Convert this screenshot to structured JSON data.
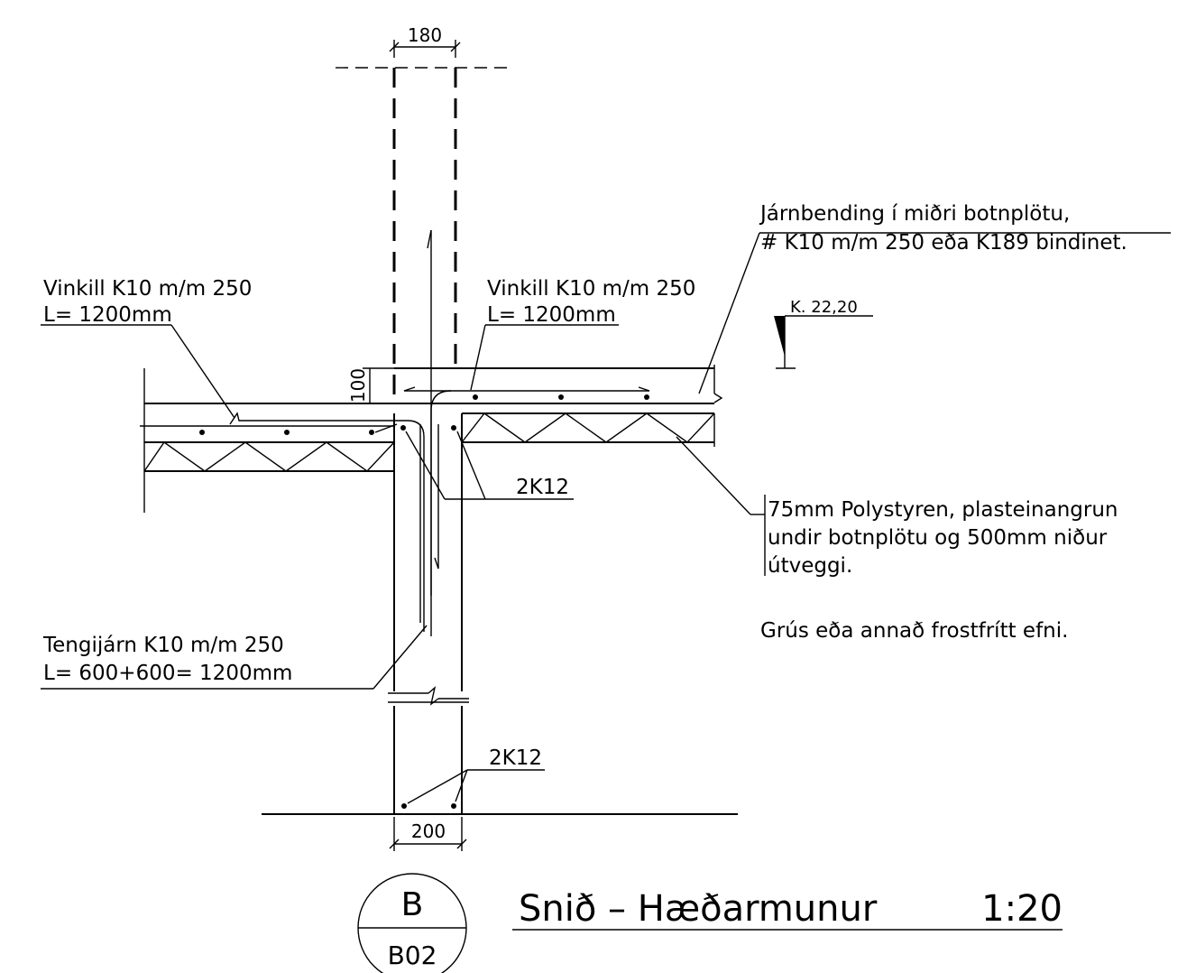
{
  "dimensions": {
    "wall_top_width": "180",
    "wall_bottom_width": "200",
    "slab_step": "100"
  },
  "callouts": {
    "slab_reinforcement_line1": "Járnbending í miðri botnplötu,",
    "slab_reinforcement_line2": "# K10 m/m 250 eða K189 bindinet.",
    "vinkill_left_line1": "Vinkill K10 m/m 250",
    "vinkill_left_line2": "L= 1200mm",
    "vinkill_right_line1": "Vinkill K10 m/m 250",
    "vinkill_right_line2": "L= 1200mm",
    "level_marker": "K. 22,20",
    "bars_upper": "2K12",
    "insulation_line1": "75mm Polystyren, plasteinangrun",
    "insulation_line2": "undir botnplötu og 500mm niður",
    "insulation_line3": "útveggi.",
    "fill_material": "Grús eða annað frostfrítt efni.",
    "tie_bars_line1": "Tengijárn K10 m/m 250",
    "tie_bars_line2": "L= 600+600= 1200mm",
    "bars_lower": "2K12"
  },
  "title_block": {
    "detail_letter": "B",
    "sheet_ref": "B02",
    "title": "Snið – Hæðarmunur",
    "scale": "1:20"
  }
}
